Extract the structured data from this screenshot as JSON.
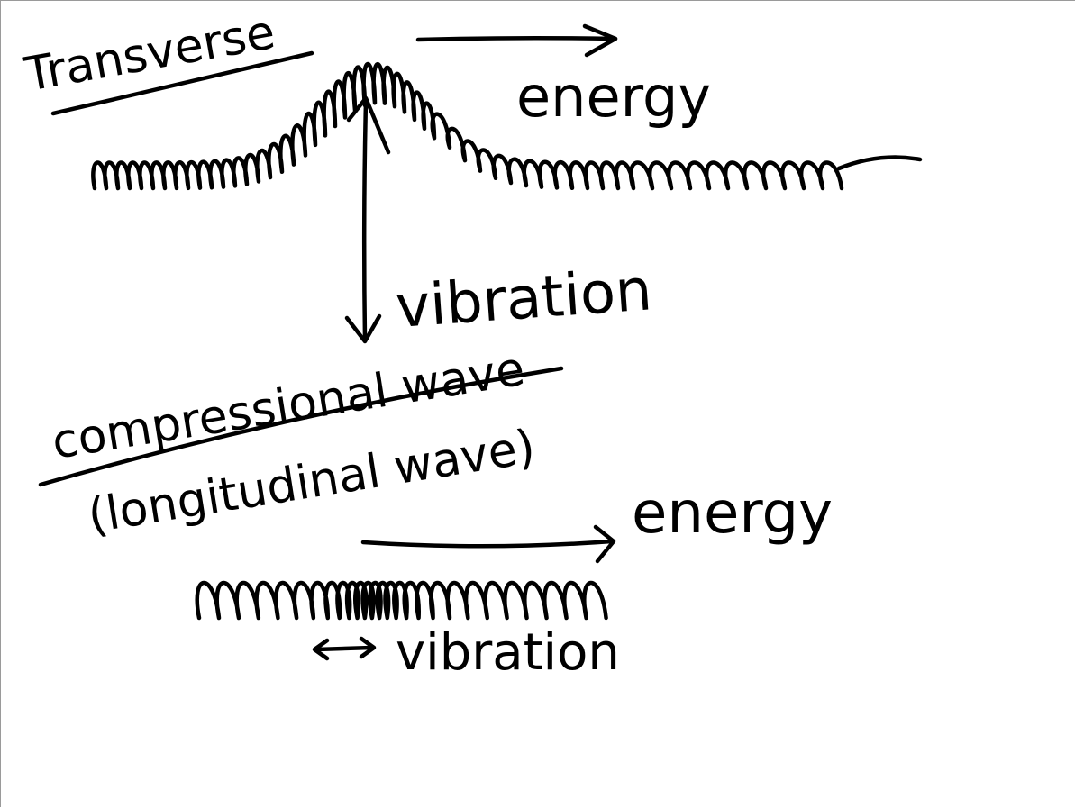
{
  "colors": {
    "ink": "#000000",
    "background": "#ffffff",
    "frame": "#9a9a9a"
  },
  "transverse": {
    "title": "Transverse",
    "energy_label": "energy",
    "vibration_label": "vibration"
  },
  "compressional": {
    "title": "compressional wave",
    "alt_title": "(longitudinal wave)",
    "energy_label": "energy",
    "vibration_label": "vibration"
  }
}
